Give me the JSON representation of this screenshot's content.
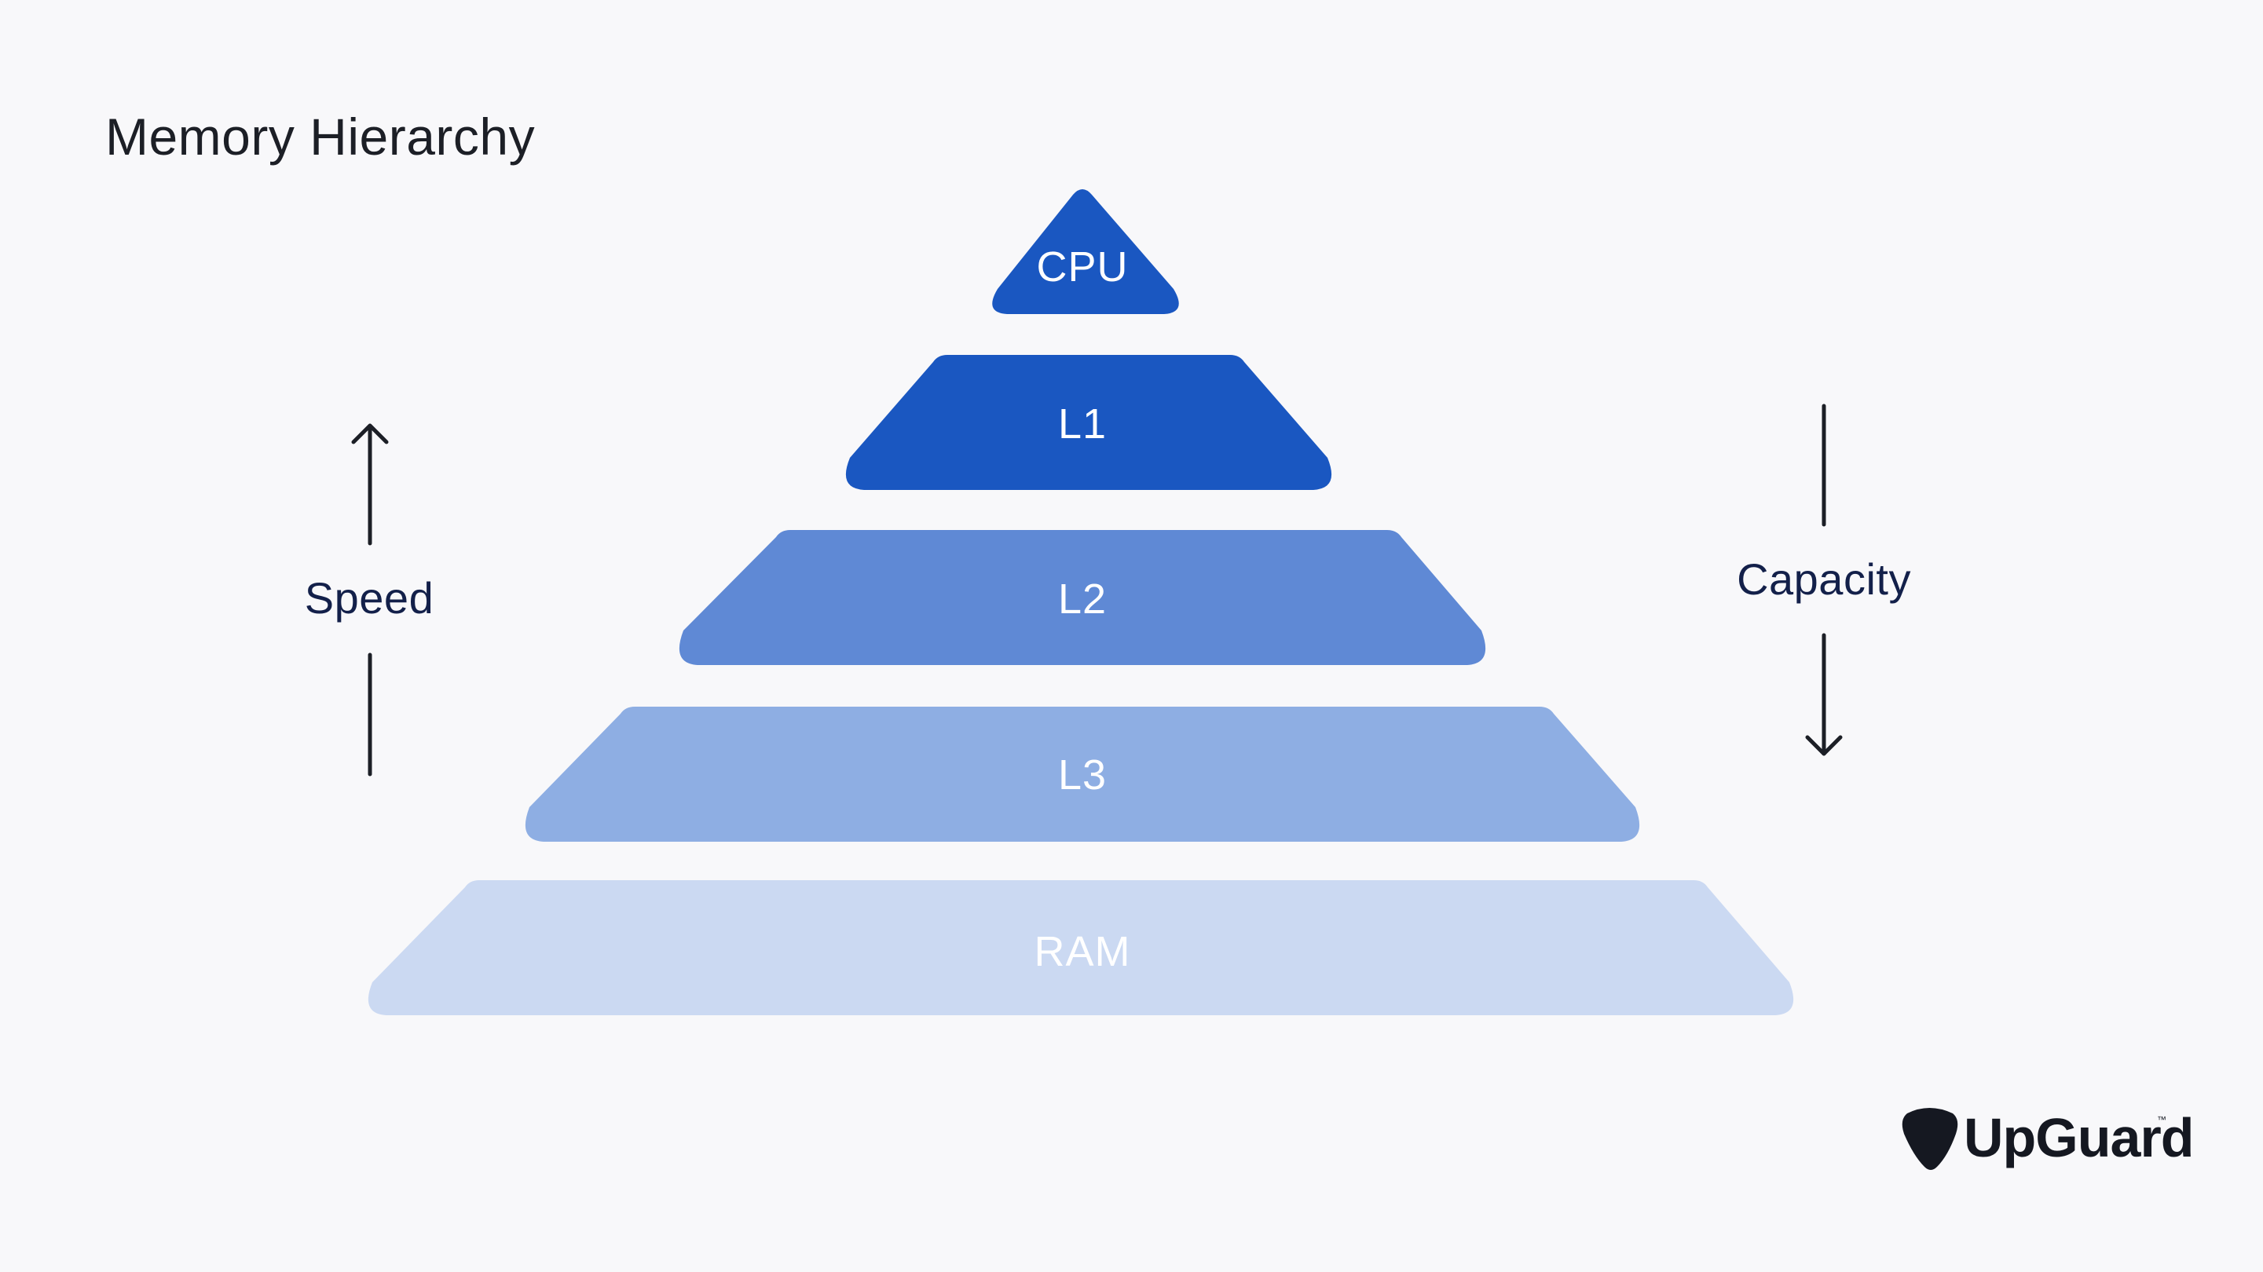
{
  "title": "Memory Hierarchy",
  "tiers": [
    {
      "label": "CPU",
      "color": "#1a57c1"
    },
    {
      "label": "L1",
      "color": "#1a57c1"
    },
    {
      "label": "L2",
      "color": "#5f89d5"
    },
    {
      "label": "L3",
      "color": "#8eaee3"
    },
    {
      "label": "RAM",
      "color": "#cbd9f2"
    }
  ],
  "speed": {
    "label": "Speed",
    "direction": "up"
  },
  "capacity": {
    "label": "Capacity",
    "direction": "down"
  },
  "logo": {
    "text": "UpGuard",
    "trademark": "™",
    "icon": "guitar-pick-shield-icon"
  }
}
